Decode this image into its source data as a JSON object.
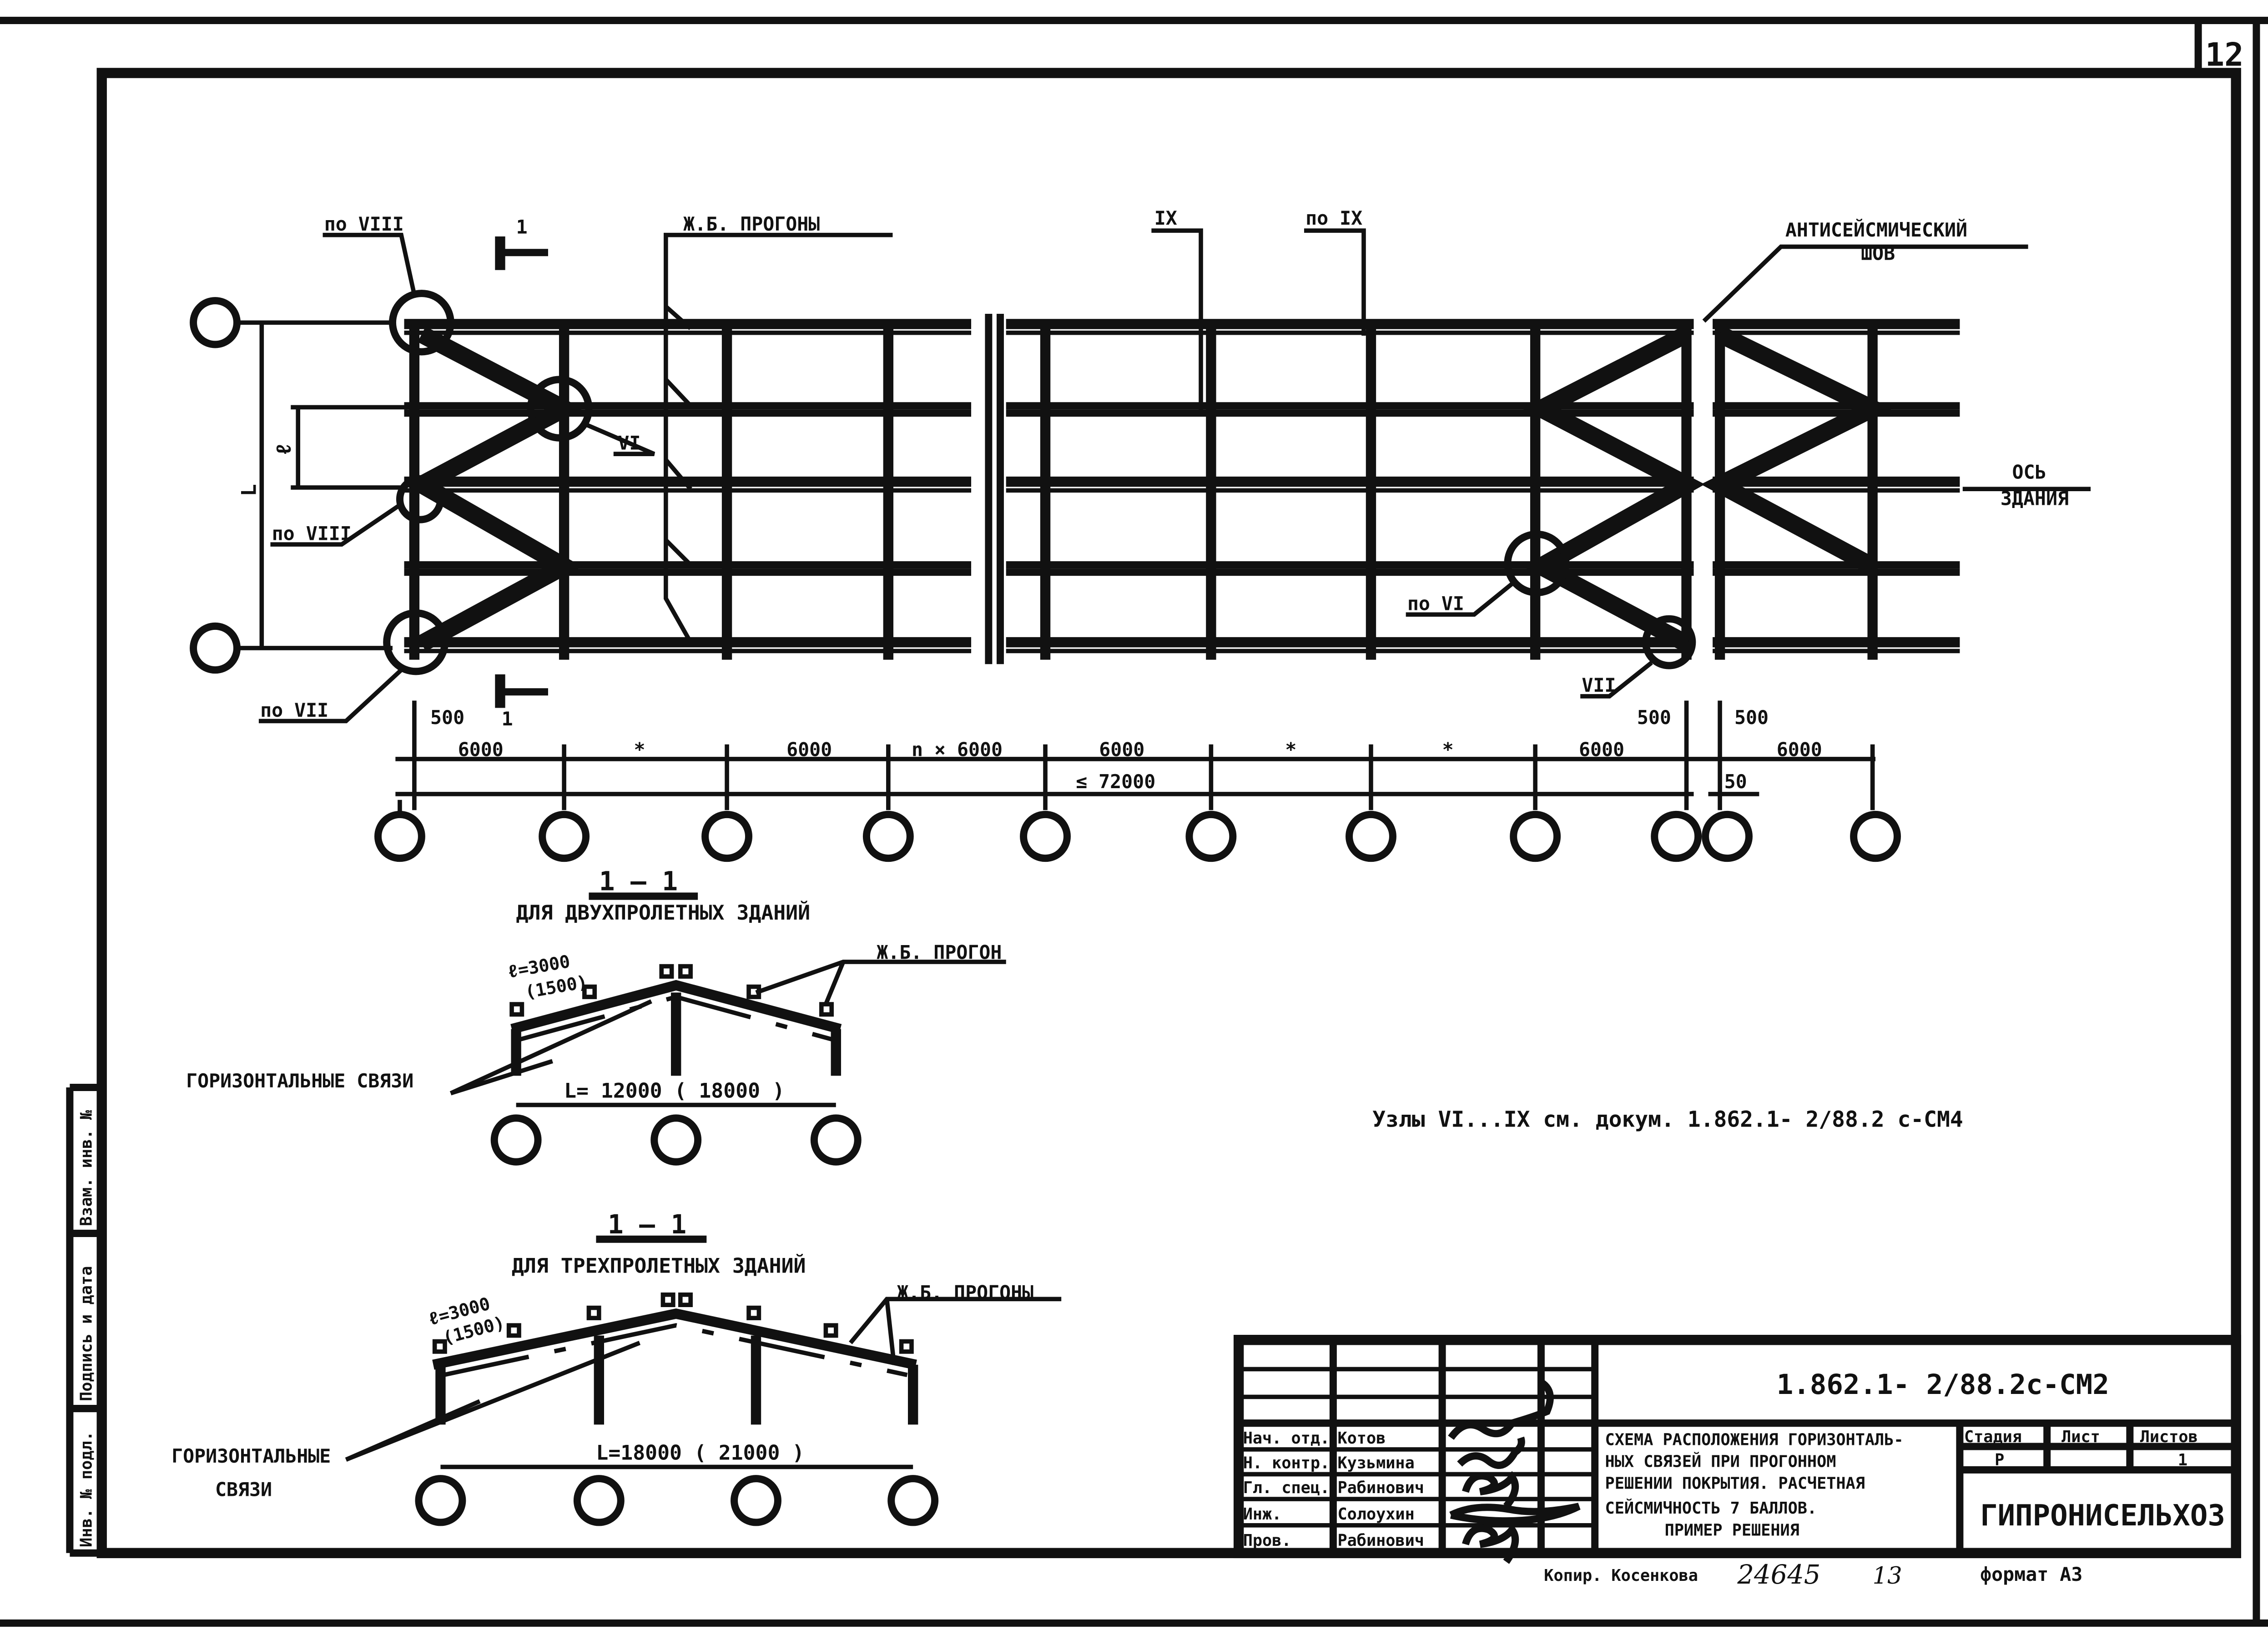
{
  "sheet": {
    "page_number": "12",
    "format": "формат А3",
    "copied_by": "Копир. Косенкова",
    "inventory_handwritten": "24645",
    "sheet_handwritten": "13"
  },
  "left_strip": {
    "col1": "Инв. № подл.",
    "col2": "Подпись и дата",
    "col3": "Взам. инв. №"
  },
  "plan": {
    "label_zb_progony": "Ж.Б. ПРОГОНЫ",
    "label_seismic_1": "АНТИСЕЙСМИЧЕСКИЙ",
    "label_seismic_2": "ШОВ",
    "label_axis_1": "ОСЬ",
    "label_axis_2": "ЗДАНИЯ",
    "label_section": "1",
    "callouts": {
      "po_viii_top": "по VIII",
      "po_viii_mid": "по VIII",
      "po_vii_bottom": "по VII",
      "vi_center": "VI",
      "ix": "IX",
      "po_ix": "по IX",
      "po_vi_right": "по VI",
      "vii_right": "VII"
    },
    "dims": {
      "d500_left": "500",
      "d6000_a": "6000",
      "star_a": "*",
      "d6000_b": "6000",
      "n6000": "n × 6000",
      "d6000_c": "6000",
      "star_b": "*",
      "star_c": "*",
      "d6000_d": "6000",
      "d500_seam_l": "500",
      "d500_seam_r": "500",
      "d6000_e": "6000",
      "d72000": "≤ 72000",
      "d50": "50",
      "l_vert": "L",
      "l_small": "ℓ"
    }
  },
  "section_two_span": {
    "title": "1 — 1",
    "subtitle": "ДЛЯ ДВУХПРОЛЕТНЫХ ЗДАНИЙ",
    "pitch": "ℓ=3000",
    "pitch_alt": "(1500)",
    "label_progon": "Ж.Б. ПРОГОН",
    "label_ties": "ГОРИЗОНТАЛЬНЫЕ СВЯЗИ",
    "span": "L= 12000 ( 18000 )"
  },
  "section_three_span": {
    "title": "1 — 1",
    "subtitle": "ДЛЯ ТРЕХПРОЛЕТНЫХ ЗДАНИЙ",
    "pitch": "ℓ=3000",
    "pitch_alt": "(1500)",
    "label_progony": "Ж.Б. ПРОГОНЫ",
    "label_ties_1": "ГОРИЗОНТАЛЬНЫЕ",
    "label_ties_2": "СВЯЗИ",
    "span": "L=18000 ( 21000 )"
  },
  "note": "Узлы VI...IX см. докум. 1.862.1- 2/88.2 с-СМ4",
  "title_block": {
    "code": "1.862.1- 2/88.2с-СМ2",
    "roles": [
      "Нач. отд.",
      "Н. контр.",
      "Гл. спец.",
      "Инж.",
      "Пров."
    ],
    "names": [
      "Котов",
      "Кузьмина",
      "Рабинович",
      "Солоухин",
      "Рабинович"
    ],
    "description": [
      "СХЕМА РАСПОЛОЖЕНИЯ ГОРИЗОНТАЛЬ-",
      "НЫХ СВЯЗЕЙ ПРИ ПРОГОННОМ",
      "РЕШЕНИИ ПОКРЫТИЯ. РАСЧЕТНАЯ",
      "СЕЙСМИЧНОСТЬ 7 БАЛЛОВ.",
      "ПРИМЕР РЕШЕНИЯ"
    ],
    "stage_label": "Стадия",
    "sheet_label": "Лист",
    "sheets_label": "Листов",
    "stage_value": "Р",
    "sheets_value": "1",
    "organization": "ГИПРОНИСЕЛЬХОЗ"
  }
}
